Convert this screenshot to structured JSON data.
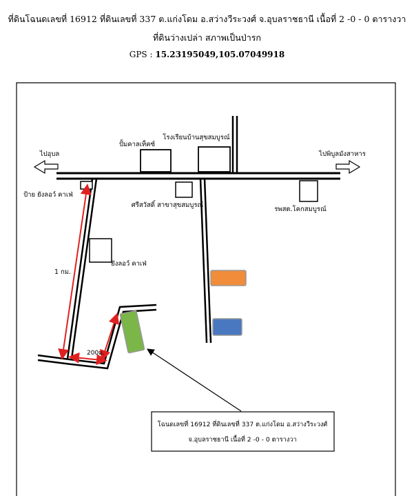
{
  "header": {
    "line1": "ที่ดินโฉนดเลขที่ 16912 ที่ดินเลขที่ 337 ต.แก่งโดม อ.สว่างวีระวงศ์ จ.อุบลราชธานี เนื้อที่ 2 -0 - 0 ตารางวา",
    "line2": "ที่ดินว่างเปล่า สภาพเป็นป่ารก",
    "gps_label": "GPS :",
    "gps_value": "15.23195049,105.07049918"
  },
  "map": {
    "labels": {
      "left_arrow": "ไปอุบล",
      "right_arrow": "ไปพิบูลมังสาหาร",
      "gas_station": "ปั้มคาลเท็คซ์",
      "school": "โรงเรียนบ้านสุขสมบูรณ์",
      "cafe_sign": "ป้าย ยังลอว์ คาเฟ่",
      "bank_branch": "ศรีสวัสดิ์ สาขาสุขสมบูรณ์",
      "health_center": "รพสต.โคกสมบูรณ์",
      "cafe": "ยังลอว์ คาเฟ่",
      "distance_1km": "1 กม.",
      "distance_200m": "200ม."
    },
    "callout": {
      "line1": "โฉนดเลขที่ 16912 ที่ดินเลขที่ 337 ต.แก่งโดม อ.สว่างวีระวงศ์",
      "line2": "จ.อุบลราชธานี เนื้อที่ 2 -0 - 0 ตารางวา"
    },
    "colors": {
      "subject_plot": "#7ab648",
      "orange_plot": "#f08c3a",
      "blue_plot": "#4a78c0",
      "distance_arrow": "#e02020"
    }
  }
}
